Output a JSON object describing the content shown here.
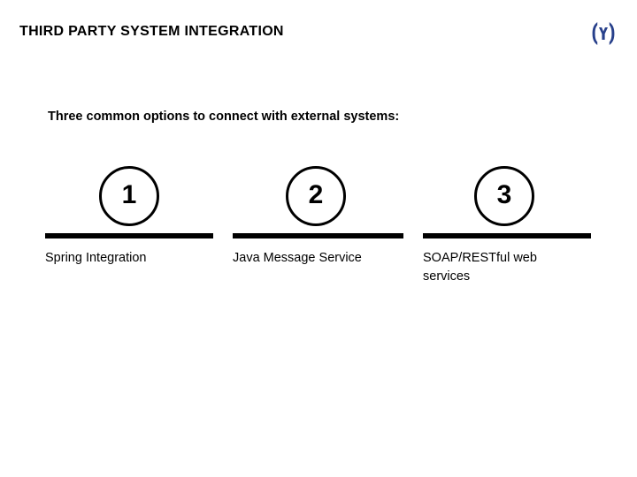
{
  "slide": {
    "title": "THIRD PARTY SYSTEM INTEGRATION",
    "subtitle": "Three common options to connect with external systems:",
    "background_color": "#FFFFFF",
    "text_color": "#000000"
  },
  "logo": {
    "name": "brand-logo-y-brackets",
    "letter": "Y",
    "color": "#27408B"
  },
  "options": [
    {
      "number": "1",
      "label": "Spring Integration"
    },
    {
      "number": "2",
      "label": "Java Message Service"
    },
    {
      "number": "3",
      "label": "SOAP/RESTful web services"
    }
  ]
}
